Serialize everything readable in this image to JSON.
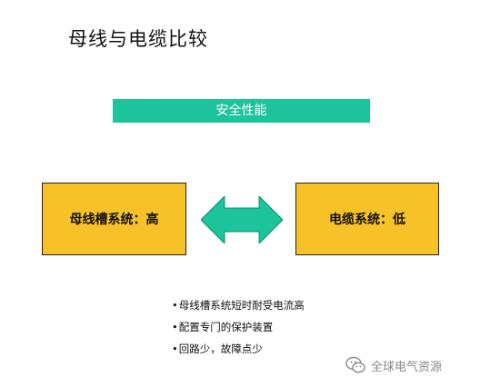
{
  "slide": {
    "title": "母线与电缆比较",
    "banner": "安全性能",
    "left_box": "母线槽系统：高",
    "right_box": "电缆系统：低",
    "bullets": [
      "母线槽系统短时耐受电流高",
      "配置专门的保护装置",
      "回路少，故障点少"
    ],
    "colors": {
      "banner": "#1dc39a",
      "box_fill": "#f7c228",
      "arrow": "#1dc39a"
    }
  },
  "watermark": {
    "icon": "wechat-icon",
    "text": "全球电气资源"
  }
}
